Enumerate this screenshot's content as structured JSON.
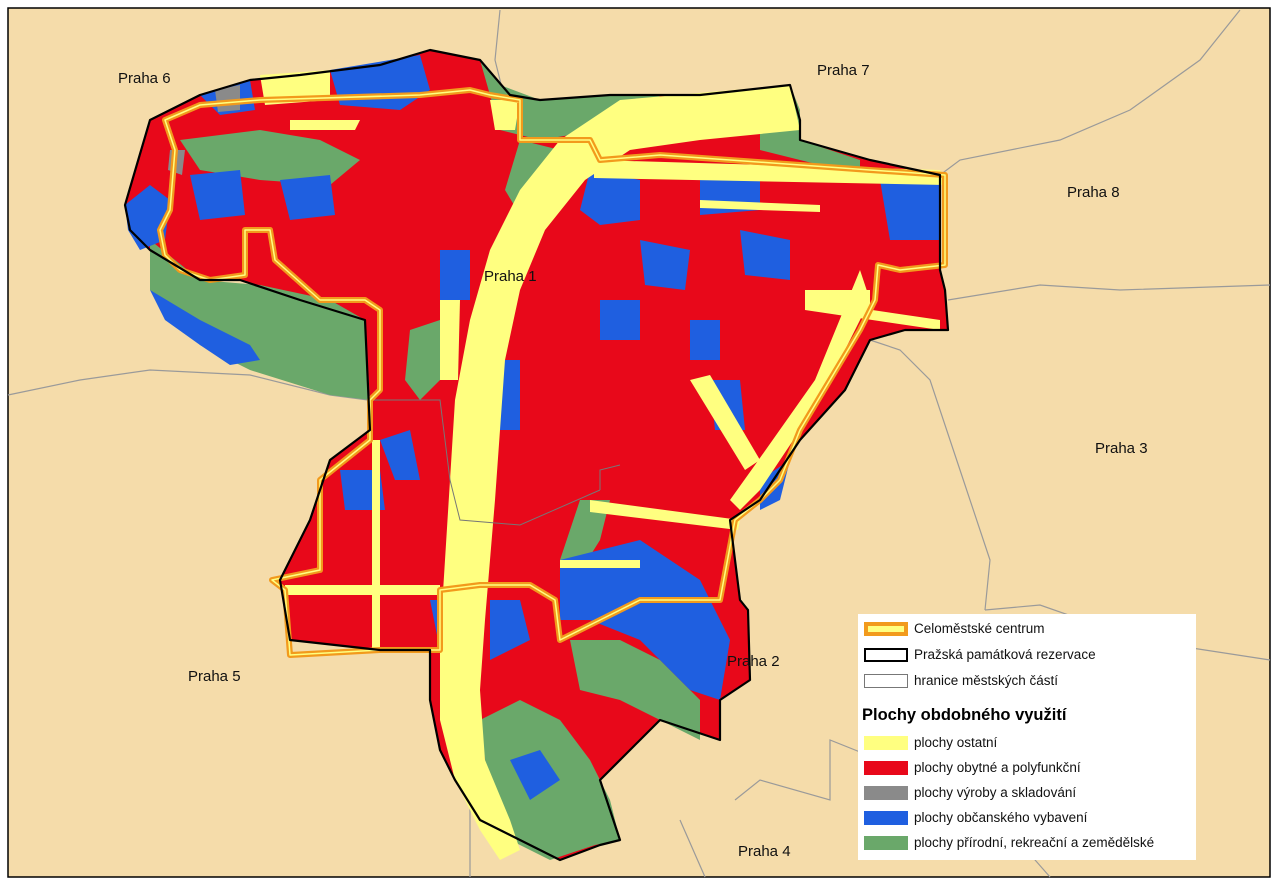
{
  "map": {
    "districts": [
      {
        "id": "praha6",
        "label": "Praha 6"
      },
      {
        "id": "praha7",
        "label": "Praha 7"
      },
      {
        "id": "praha8",
        "label": "Praha 8"
      },
      {
        "id": "praha1",
        "label": "Praha 1"
      },
      {
        "id": "praha3",
        "label": "Praha 3"
      },
      {
        "id": "praha5",
        "label": "Praha 5"
      },
      {
        "id": "praha2",
        "label": "Praha 2"
      },
      {
        "id": "praha4",
        "label": "Praha 4"
      }
    ],
    "colors": {
      "background": "#f5dcaa",
      "other": "#ffff80",
      "residential": "#e8081a",
      "production": "#8a8a8a",
      "civic": "#1f5fe0",
      "natural": "#6aa86a",
      "centre_outline": "#f29a1c",
      "reservation_outline": "#000000",
      "district_boundary": "#9a9a9a"
    }
  },
  "legend": {
    "boundaries": [
      {
        "id": "centre",
        "label": "Celoměstské centrum"
      },
      {
        "id": "reservation",
        "label": "Pražská památková rezervace"
      },
      {
        "id": "districts",
        "label": "hranice městských částí"
      }
    ],
    "title": "Plochy obdobného využití",
    "items": [
      {
        "id": "other",
        "label": "plochy ostatní",
        "color": "#ffff80"
      },
      {
        "id": "residential",
        "label": "plochy obytné a polyfunkční",
        "color": "#e8081a"
      },
      {
        "id": "production",
        "label": "plochy výroby a skladování",
        "color": "#8a8a8a"
      },
      {
        "id": "civic",
        "label": "plochy občanského vybavení",
        "color": "#1f5fe0"
      },
      {
        "id": "natural",
        "label": "plochy přírodní, rekreační a zemědělské",
        "color": "#6aa86a"
      }
    ]
  }
}
